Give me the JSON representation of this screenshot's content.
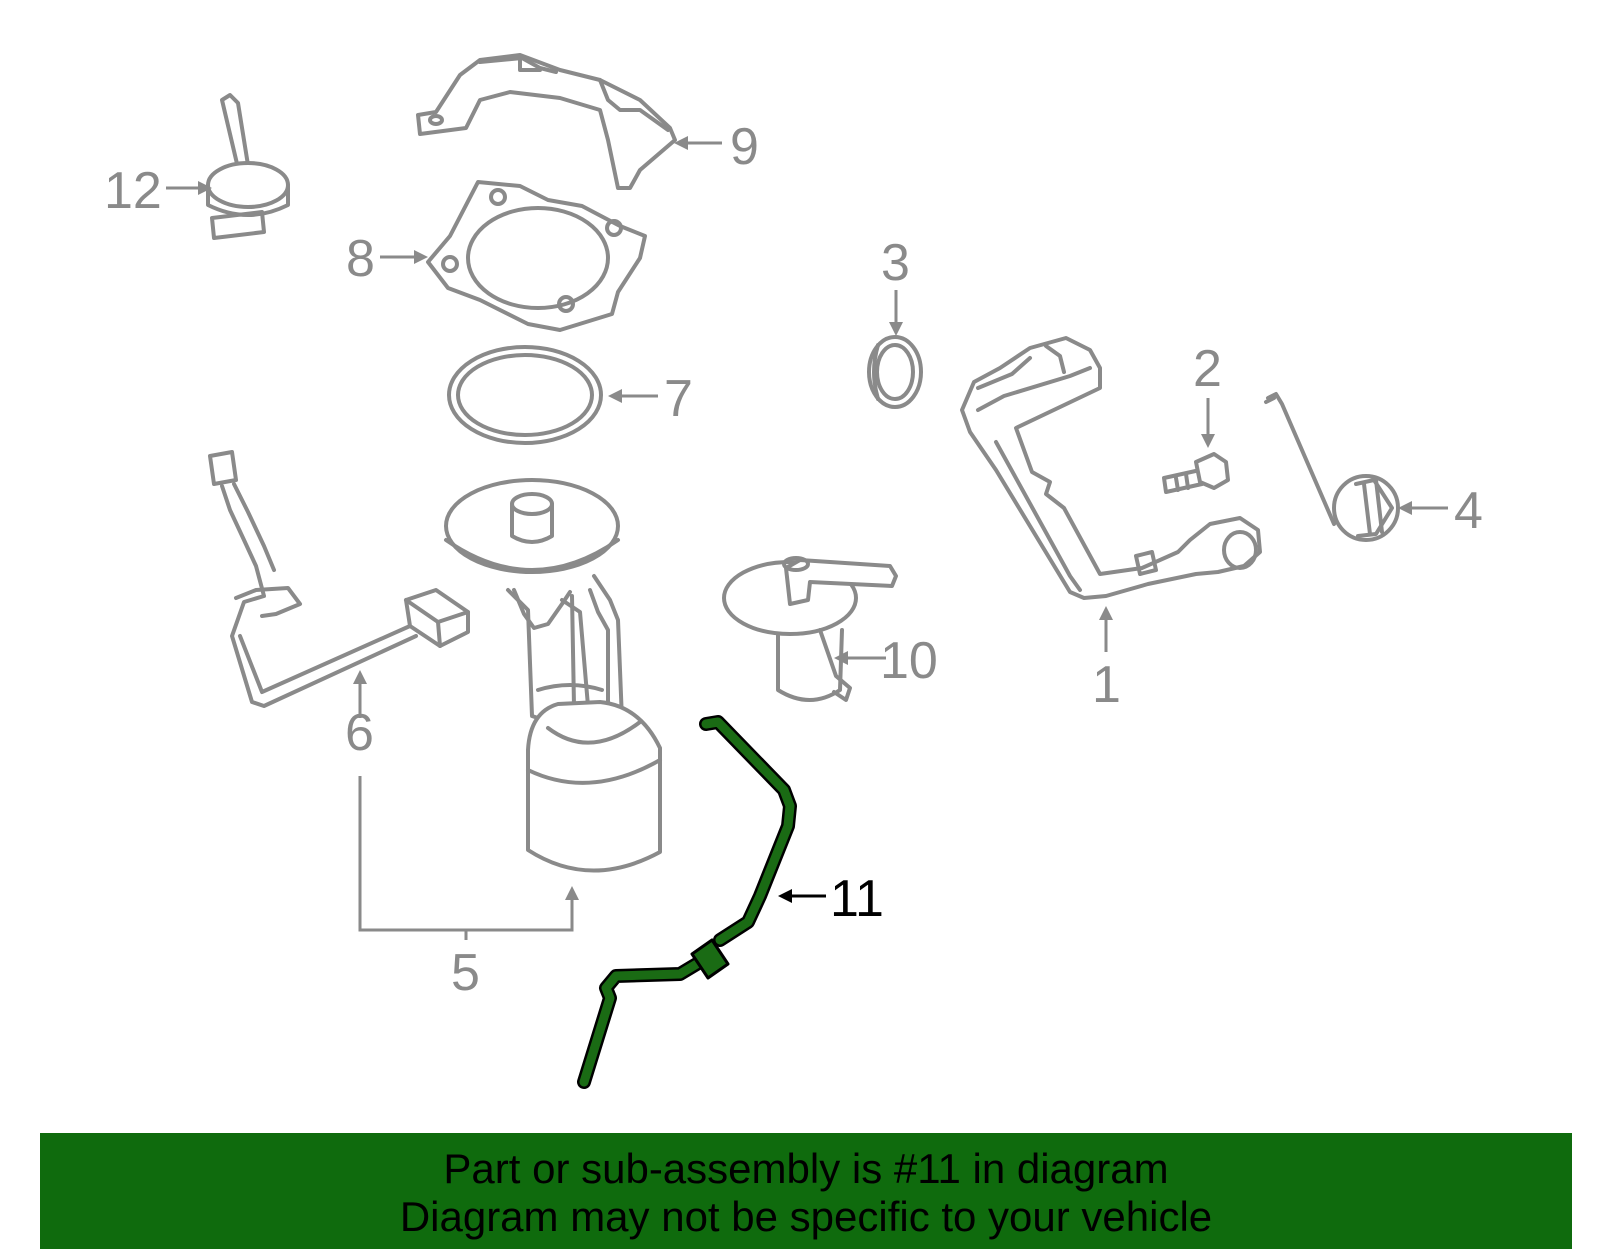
{
  "callouts": {
    "c1": "1",
    "c2": "2",
    "c3": "3",
    "c4": "4",
    "c5": "5",
    "c6": "6",
    "c7": "7",
    "c8": "8",
    "c9": "9",
    "c10": "10",
    "c11": "11",
    "c12": "12"
  },
  "highlighted_part": "11",
  "colors": {
    "highlight_part": "#1a6b14",
    "banner": "#0f6b0d",
    "line_art": "#8a8a8a"
  },
  "banner": {
    "line1": "Part or sub-assembly is #11 in diagram",
    "line2": "Diagram may not be specific to your vehicle"
  }
}
